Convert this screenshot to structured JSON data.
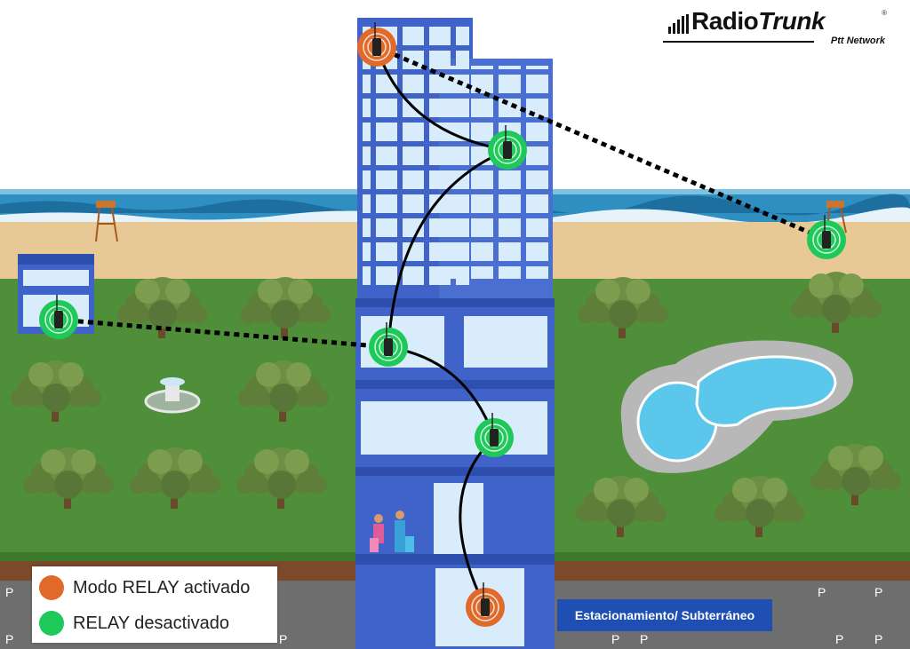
{
  "logo": {
    "brand_part1": "Radio",
    "brand_part2": "Trunk",
    "tagline": "Ptt Network",
    "registered_mark": "®"
  },
  "legend": {
    "items": [
      {
        "label": "Modo RELAY activado",
        "color": "#e06a2a"
      },
      {
        "label": "RELAY desactivado",
        "color": "#1ec95a"
      }
    ]
  },
  "parking": {
    "label": "Estacionamiento/ Subterráneo"
  },
  "colors": {
    "relay_active": "#e06a2a",
    "relay_inactive": "#1ec95a",
    "building": "#3f63c8",
    "window": "#d8ecfb",
    "grass": "#4f8f3a",
    "sand": "#e8c996",
    "sea": "#2f8fc0",
    "link": "#000000"
  },
  "diagram": {
    "nodes": [
      {
        "id": "roof-radio",
        "state": "active"
      },
      {
        "id": "tower-radio",
        "state": "inactive"
      },
      {
        "id": "beach-radio",
        "state": "inactive"
      },
      {
        "id": "house-radio",
        "state": "inactive"
      },
      {
        "id": "floor-radio-1",
        "state": "inactive"
      },
      {
        "id": "floor-radio-2",
        "state": "inactive"
      },
      {
        "id": "basement-radio",
        "state": "active"
      }
    ],
    "links": [
      {
        "from": "roof-radio",
        "to": "tower-radio",
        "style": "solid"
      },
      {
        "from": "tower-radio",
        "to": "floor-radio-1",
        "style": "solid"
      },
      {
        "from": "floor-radio-1",
        "to": "floor-radio-2",
        "style": "solid"
      },
      {
        "from": "floor-radio-2",
        "to": "basement-radio",
        "style": "solid"
      },
      {
        "from": "roof-radio",
        "to": "beach-radio",
        "style": "dotted"
      },
      {
        "from": "house-radio",
        "to": "floor-radio-1",
        "style": "dotted"
      }
    ]
  }
}
